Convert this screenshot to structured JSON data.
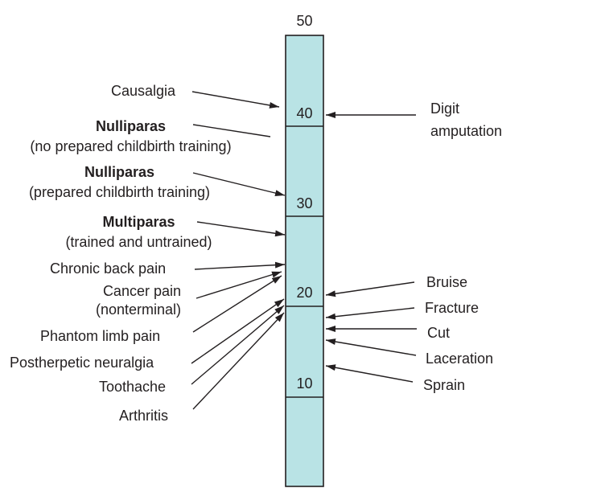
{
  "scale": {
    "ticks": [
      "50",
      "40",
      "30",
      "20",
      "10"
    ],
    "fill_color": "#b9e3e5",
    "line_color": "#231f20"
  },
  "left_labels": [
    {
      "lines": [
        "Causalgia"
      ]
    },
    {
      "lines": [
        "Nulliparas",
        "(no prepared childbirth training)"
      ]
    },
    {
      "lines": [
        "Nulliparas",
        "(prepared childbirth training)"
      ]
    },
    {
      "lines": [
        "Multiparas",
        "(trained and untrained)"
      ]
    },
    {
      "lines": [
        "Chronic back pain"
      ]
    },
    {
      "lines": [
        "Cancer pain",
        "(nonterminal)"
      ]
    },
    {
      "lines": [
        "Phantom limb pain"
      ]
    },
    {
      "lines": [
        "Postherpetic neuralgia"
      ]
    },
    {
      "lines": [
        "Toothache"
      ]
    },
    {
      "lines": [
        "Arthritis"
      ]
    }
  ],
  "right_labels": [
    {
      "lines": [
        "Digit",
        "amputation"
      ]
    },
    {
      "lines": [
        "Bruise"
      ]
    },
    {
      "lines": [
        "Fracture"
      ]
    },
    {
      "lines": [
        "Cut"
      ]
    },
    {
      "lines": [
        "Laceration"
      ]
    },
    {
      "lines": [
        "Sprain"
      ]
    }
  ]
}
